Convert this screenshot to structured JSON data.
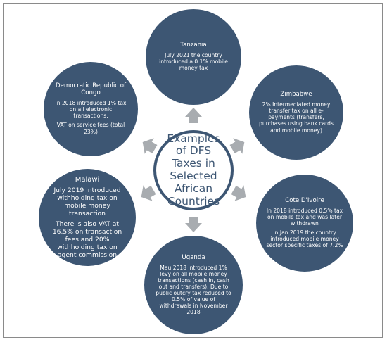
{
  "center": {
    "title": "Examples of DFS Taxes in Selected African Countries"
  },
  "nodes": {
    "tanzania": {
      "title": "Tanzania",
      "paras": [
        "July 2021 the country introduced a 0.1% mobile money tax"
      ]
    },
    "zimbabwe": {
      "title": "Zimbabwe",
      "paras": [
        "2% Intermediated money transfer tax on all e-payments (transfers, purchases using bank cards and mobile money)"
      ]
    },
    "cote": {
      "title": "Cote D'Ivoire",
      "paras": [
        "In 2018 introduced 0.5% tax on mobile  tax and was later withdrawn",
        "In Jan 2019 the country introduced mobile money sector specific taxes of 7.2%"
      ]
    },
    "uganda": {
      "title": "Uganda",
      "paras": [
        "Mau 2018 introduced 1% levy on all mobile money transactions (cash in, cash out and transfers). Due to public outcry tax reduced to 0.5% of value of withdrawals in November 2018"
      ]
    },
    "malawi": {
      "title": "Malawi",
      "paras": [
        "July 2019 introduced withholding tax  on mobile money transaction",
        "There is also VAT at 16.5% on transaction fees and 20% withholding tax on agent commission"
      ]
    },
    "drc": {
      "title": "Democratic Republic of Congo",
      "paras": [
        "In 2018  introduced 1% tax on all electronic transactions.",
        "VAT on service fees (total 23%)"
      ]
    }
  },
  "colors": {
    "circle_fill": "#3d5673",
    "arrow": "#a8acb0",
    "text_on_circle": "#ffffff"
  }
}
